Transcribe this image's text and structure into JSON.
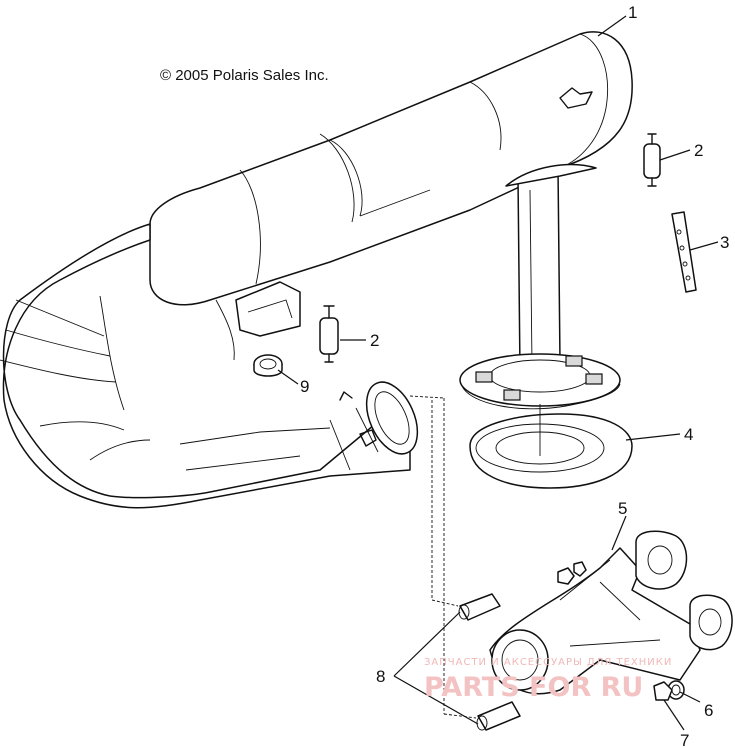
{
  "copyright": "© 2005 Polaris Sales Inc.",
  "callouts": [
    {
      "id": "1",
      "label": "1"
    },
    {
      "id": "2a",
      "label": "2"
    },
    {
      "id": "2b",
      "label": "2"
    },
    {
      "id": "3",
      "label": "3"
    },
    {
      "id": "4",
      "label": "4"
    },
    {
      "id": "5",
      "label": "5"
    },
    {
      "id": "6",
      "label": "6"
    },
    {
      "id": "7",
      "label": "7"
    },
    {
      "id": "8",
      "label": "8"
    },
    {
      "id": "9",
      "label": "9"
    }
  ],
  "watermark": {
    "line1": "ЗАПЧАСТИ И АКСЕССУАРЫ ДЛЯ ТЕХНИКИ",
    "line2": "PARTS FOR RU"
  },
  "colors": {
    "ink": "#111111",
    "watermark": "#f3c2c2"
  }
}
